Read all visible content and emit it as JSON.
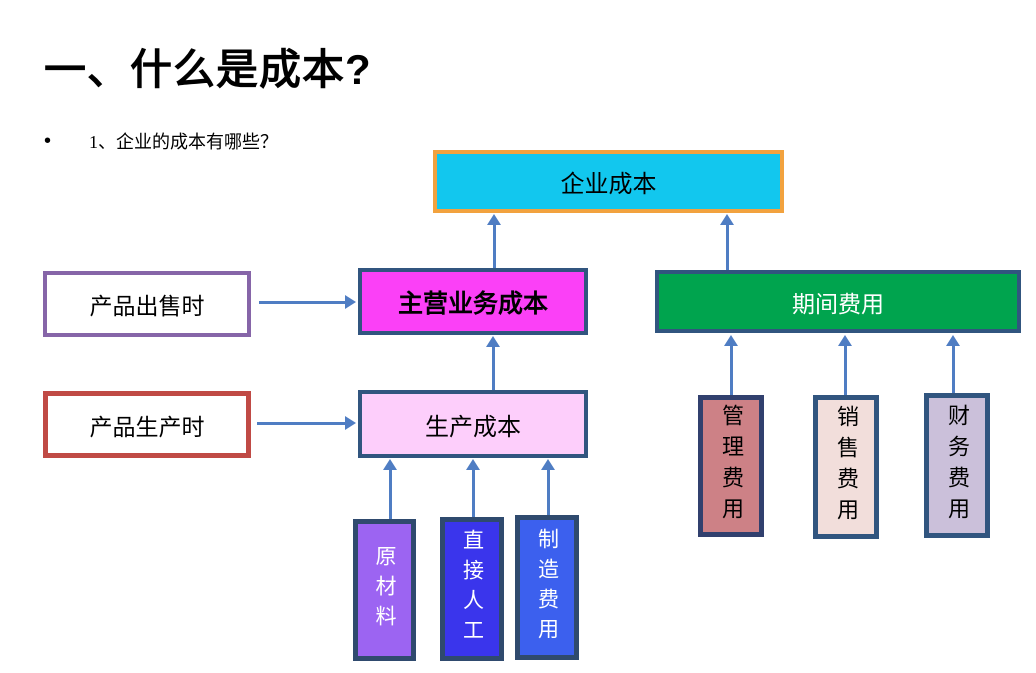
{
  "title": "一、什么是成本?",
  "bullet": {
    "marker": "•",
    "text": "1、企业的成本有哪些？"
  },
  "colors": {
    "arrow": "#4F7DC3",
    "title_text": "#000000",
    "background": "#FFFFFF"
  },
  "nodes": {
    "enterprise_cost": {
      "label": "企业成本",
      "fill": "#12C7EE",
      "border": "#F2A23E",
      "text": "#000000"
    },
    "main_business_cost": {
      "label": "主营业务成本",
      "fill": "#FB40F7",
      "border": "#31557F",
      "text": "#000000"
    },
    "period_expense": {
      "label": "期间费用",
      "fill": "#00A44E",
      "border": "#31557F",
      "text": "#FFFFFF"
    },
    "when_product_sold": {
      "label": "产品出售时",
      "fill": "#FFFFFF",
      "border": "#8665A8",
      "text": "#000000"
    },
    "when_product_produced": {
      "label": "产品生产时",
      "fill": "#FFFFFF",
      "border": "#C04A45",
      "text": "#000000"
    },
    "production_cost": {
      "label": "生产成本",
      "fill": "#FDCEFB",
      "border": "#31557F",
      "text": "#000000"
    },
    "raw_material": {
      "label": "原材料",
      "fill": "#9C64F2",
      "border": "#2F4A6E",
      "text": "#FFFFFF"
    },
    "direct_labor": {
      "label": "直接人工",
      "fill": "#3A35EC",
      "border": "#2F4A6E",
      "text": "#FFFFFF"
    },
    "manufacturing_overhead": {
      "label": "制造费用",
      "fill": "#3C60EE",
      "border": "#2F4A6E",
      "text": "#FFFFFF"
    },
    "admin_expense": {
      "label": "管理费用",
      "fill": "#CD8186",
      "border": "#31406E",
      "text": "#000000"
    },
    "selling_expense": {
      "label": "销售费用",
      "fill": "#F2DEDB",
      "border": "#31557F",
      "text": "#000000"
    },
    "finance_expense": {
      "label": "财务费用",
      "fill": "#CBC0DA",
      "border": "#31557F",
      "text": "#000000"
    }
  }
}
